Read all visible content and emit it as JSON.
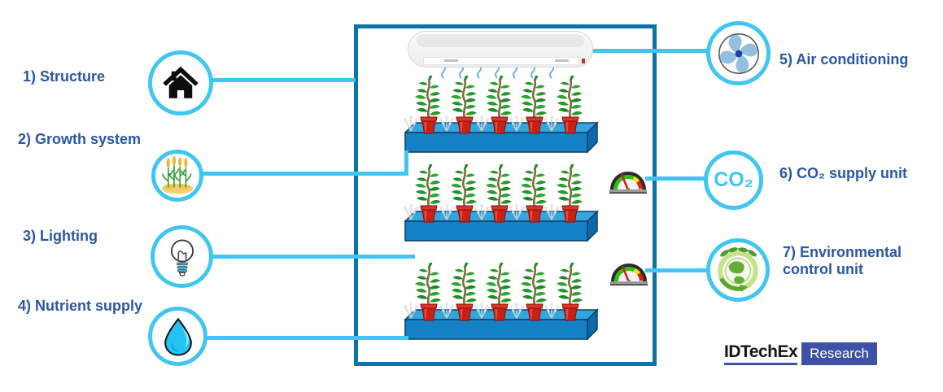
{
  "items_left": [
    {
      "label": "1) Structure",
      "icon": "house-icon"
    },
    {
      "label": "2) Growth system",
      "icon": "crops-icon"
    },
    {
      "label": "3) Lighting",
      "icon": "lightbulb-icon"
    },
    {
      "label": "4) Nutrient supply",
      "icon": "water-drop-icon"
    }
  ],
  "items_right": [
    {
      "label": "5) Air conditioning",
      "icon": "fan-icon"
    },
    {
      "label": "6) CO₂ supply unit",
      "icon": "co2-icon",
      "icon_text": "CO₂"
    },
    {
      "label": "7) Environmental control unit",
      "icon": "earth-icon"
    }
  ],
  "chamber": {
    "shelves": 3,
    "plants_per_shelf": 5,
    "components": [
      "air-conditioner",
      "airflow",
      "co2-gauge",
      "environment-gauge"
    ]
  },
  "logo": {
    "brand": "IDTechEx",
    "suffix": "Research"
  },
  "colors": {
    "accent_cyan": "#3fc6f2",
    "label_blue": "#2a57a7",
    "chamber_border": "#0a74a8",
    "shelf_top": "#33a5df",
    "shelf_front": "#1480c6",
    "pot_red": "#cc2014",
    "leaf_green": "#27962c",
    "logo_blue": "#3f51a5"
  }
}
